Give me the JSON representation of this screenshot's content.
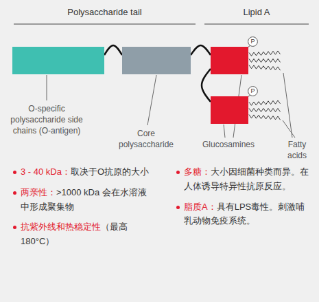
{
  "diagram": {
    "nodes": [
      {
        "text": [
          "O-specific polysaccharide side chains (O-antigen)"
        ]
      },
      {
        "text": [
          "Core polysaccharide"
        ]
      },
      {
        "text": []
      },
      {
        "text": [
          "P"
        ]
      },
      {
        "text": []
      },
      {
        "text": [
          "P"
        ]
      }
    ],
    "edges": [
      {
        "from": 0,
        "to": 1,
        "arrow": "none"
      },
      {
        "from": 1,
        "to": 2,
        "arrow": "none"
      },
      {
        "from": 2,
        "to": 4,
        "arrow": "none"
      }
    ],
    "labels": [
      "Polysaccharide tail",
      "Lipid A",
      "Glucosamines",
      "Fatty acids",
      "3 - 40 kDa：",
      "取决于O抗原的大小",
      "两亲性：",
      ">1000 kDa 会在水溶液中形成聚集物",
      "抗紫外线和热稳定性",
      "（最高180°C）",
      "多糖：",
      "大小因细菌种类而异。在人体诱导特异性抗原反应。",
      "脂质A：",
      "具有LPS毒性。刺激哺乳动物免疫系统。"
    ]
  }
}
